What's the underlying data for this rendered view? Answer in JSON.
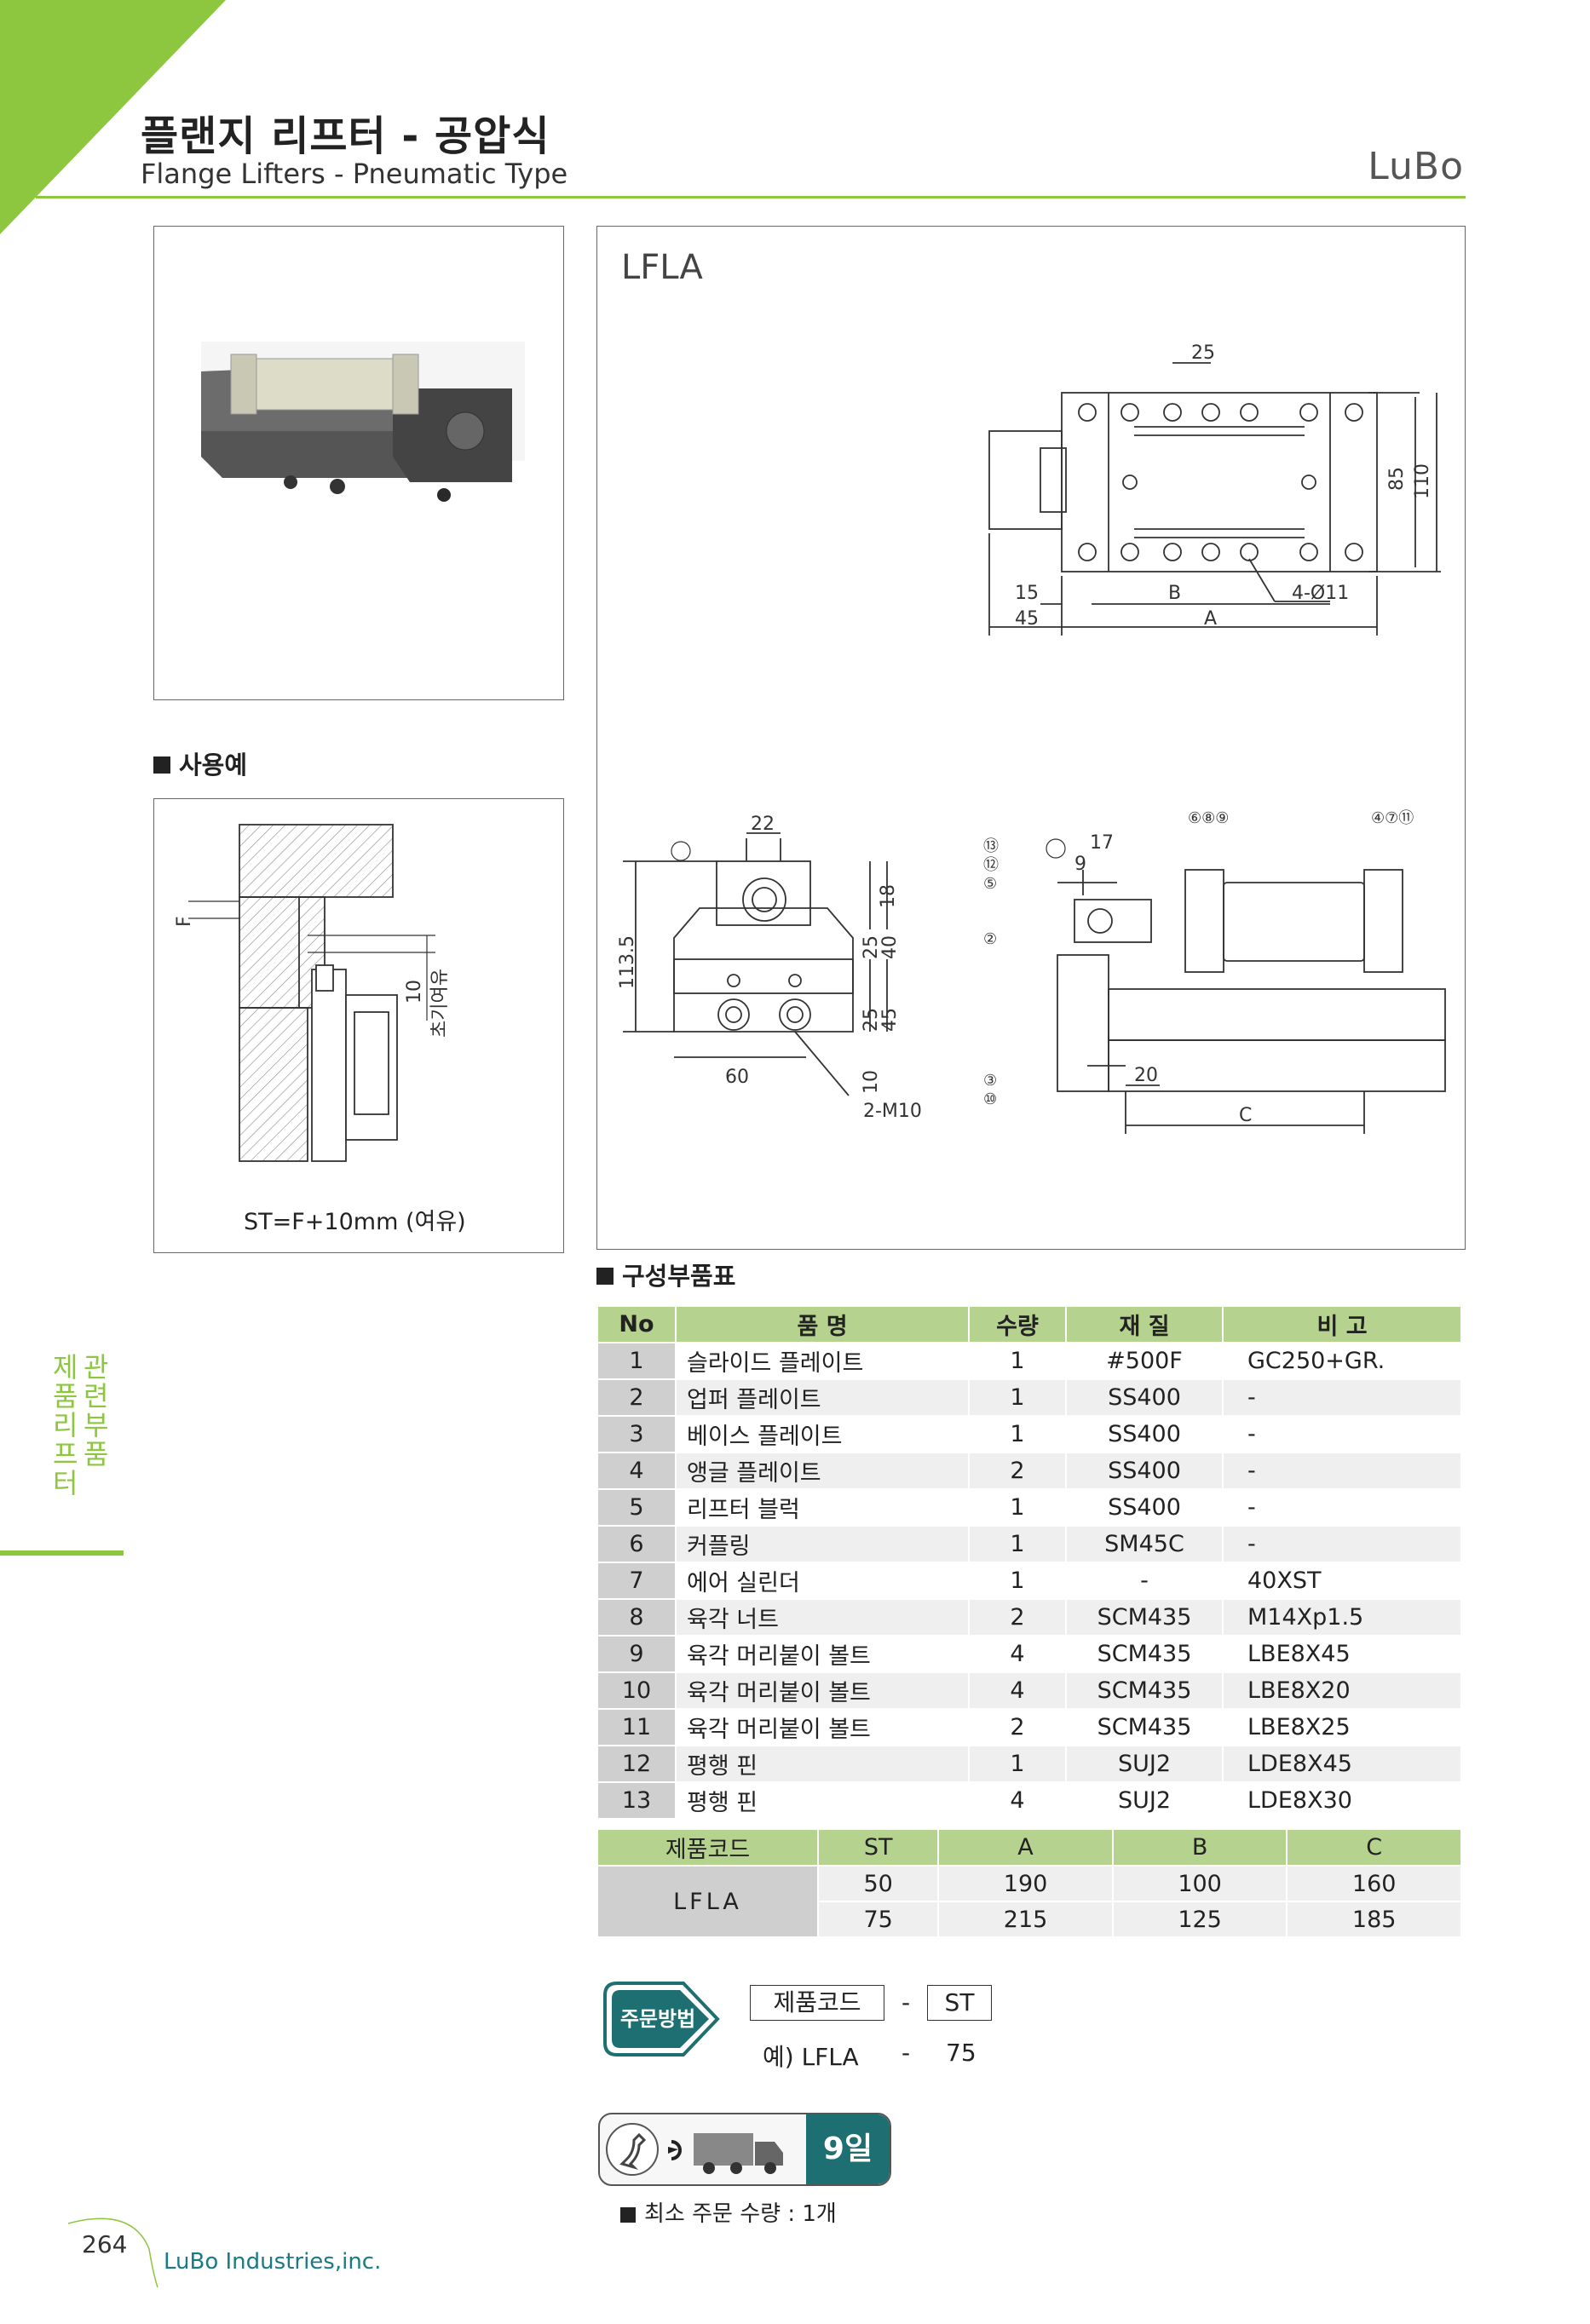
{
  "header": {
    "title_ko": "플랜지 리프터 - 공압식",
    "title_en": "Flange Lifters - Pneumatic Type",
    "brand": "LuBo"
  },
  "model": "LFLA",
  "top_view_dims": [
    "25",
    "85",
    "110",
    "15",
    "B",
    "4-Ø11",
    "45",
    "A"
  ],
  "front_view_dims": [
    "22",
    "18",
    "25",
    "40",
    "113.5",
    "25",
    "45",
    "60",
    "10",
    "2-M10"
  ],
  "side_view_dims": [
    "17",
    "9",
    "20",
    "C"
  ],
  "balloons": [
    "⑥⑧⑨",
    "④⑦⑪",
    "⑬",
    "⑫",
    "⑤",
    "②",
    "③",
    "⑩"
  ],
  "usage": {
    "heading": "사용예",
    "f_label": "F",
    "dim_10": "10",
    "margin_label": "초기여유",
    "note": "ST=F+10mm (여유)"
  },
  "parts_section": {
    "heading": "구성부품표",
    "columns": [
      "No",
      "품  명",
      "수량",
      "재  질",
      "비  고"
    ],
    "rows": [
      {
        "no": "1",
        "name": "슬라이드 플레이트",
        "qty": "1",
        "material": "#500F",
        "remark": "GC250+GR."
      },
      {
        "no": "2",
        "name": "업퍼 플레이트",
        "qty": "1",
        "material": "SS400",
        "remark": "-"
      },
      {
        "no": "3",
        "name": "베이스 플레이트",
        "qty": "1",
        "material": "SS400",
        "remark": "-"
      },
      {
        "no": "4",
        "name": "앵글 플레이트",
        "qty": "2",
        "material": "SS400",
        "remark": "-"
      },
      {
        "no": "5",
        "name": "리프터 블럭",
        "qty": "1",
        "material": "SS400",
        "remark": "-"
      },
      {
        "no": "6",
        "name": "커플링",
        "qty": "1",
        "material": "SM45C",
        "remark": "-"
      },
      {
        "no": "7",
        "name": "에어 실린더",
        "qty": "1",
        "material": "-",
        "remark": "40XST"
      },
      {
        "no": "8",
        "name": "육각 너트",
        "qty": "2",
        "material": "SCM435",
        "remark": "M14Xp1.5"
      },
      {
        "no": "9",
        "name": "육각 머리붙이 볼트",
        "qty": "4",
        "material": "SCM435",
        "remark": "LBE8X45"
      },
      {
        "no": "10",
        "name": "육각 머리붙이 볼트",
        "qty": "4",
        "material": "SCM435",
        "remark": "LBE8X20"
      },
      {
        "no": "11",
        "name": "육각 머리붙이 볼트",
        "qty": "2",
        "material": "SCM435",
        "remark": "LBE8X25"
      },
      {
        "no": "12",
        "name": "평행 핀",
        "qty": "1",
        "material": "SUJ2",
        "remark": "LDE8X45"
      },
      {
        "no": "13",
        "name": "평행 핀",
        "qty": "4",
        "material": "SUJ2",
        "remark": "LDE8X30"
      }
    ]
  },
  "size_table": {
    "columns": [
      "제품코드",
      "ST",
      "A",
      "B",
      "C"
    ],
    "code": "LFLA",
    "rows": [
      {
        "st": "50",
        "a": "190",
        "b": "100",
        "c": "160"
      },
      {
        "st": "75",
        "a": "215",
        "b": "125",
        "c": "185"
      }
    ]
  },
  "order": {
    "badge": "주문방법",
    "code_label": "제품코드",
    "dash": "-",
    "st_label": "ST",
    "example_label": "예) LFLA",
    "example_st": "75"
  },
  "delivery": {
    "days": "9일",
    "moq": "최소 주문 수량 : 1개"
  },
  "side_label": [
    "제",
    "품",
    "리",
    "프",
    "터"
  ],
  "side_label2": [
    "관",
    "련",
    "부",
    "품"
  ],
  "footer": {
    "page": "264",
    "company": "LuBo Industries,inc."
  },
  "colors": {
    "accent": "#8dc63f",
    "table_header": "#b5d28e",
    "teal": "#1e6f72"
  }
}
